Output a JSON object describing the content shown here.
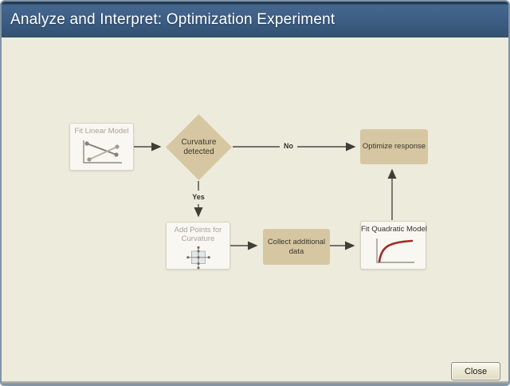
{
  "window": {
    "title": "Analyze and Interpret: Optimization Experiment",
    "close_button": "Close"
  },
  "flowchart": {
    "nodes": {
      "fit_linear": "Fit Linear Model",
      "curvature_decision": "Curvature detected",
      "optimize_response": "Optimize response",
      "add_points": "Add Points for Curvature",
      "collect_data": "Collect additional data",
      "fit_quadratic": "Fit Quadratic Model"
    },
    "branch_labels": {
      "no": "No",
      "yes": "Yes"
    },
    "icons": [
      "interaction-plot-icon",
      "center-points-icon",
      "quadratic-curve-icon"
    ]
  },
  "colors": {
    "titlebar_blue": "#3c5d83",
    "canvas_cream": "#edebdc",
    "node_tan": "#d6c7a2",
    "node_white": "#f9f7f1",
    "curve_red": "#9e2d26",
    "arrow_gray": "#4a4944"
  }
}
